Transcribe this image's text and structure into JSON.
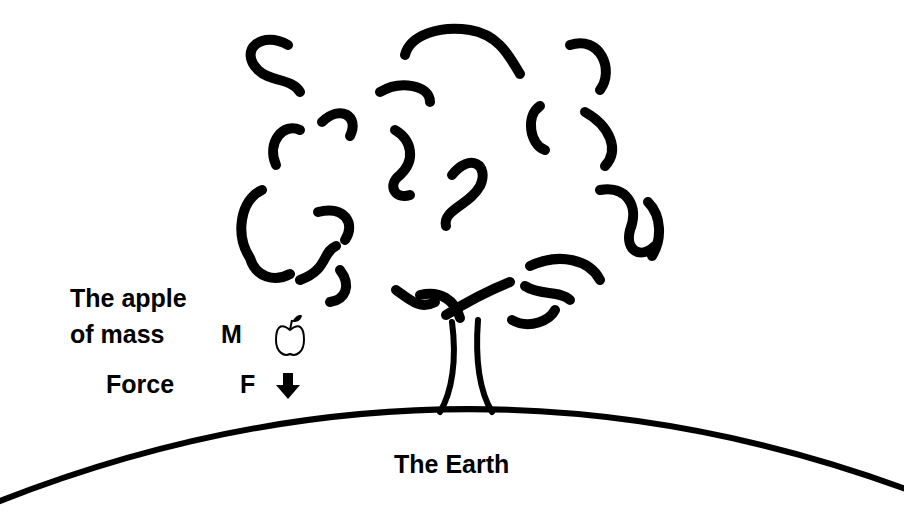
{
  "diagram": {
    "labels": [
      "The apple of mass",
      "M",
      "Force",
      "F",
      "The Earth"
    ]
  }
}
